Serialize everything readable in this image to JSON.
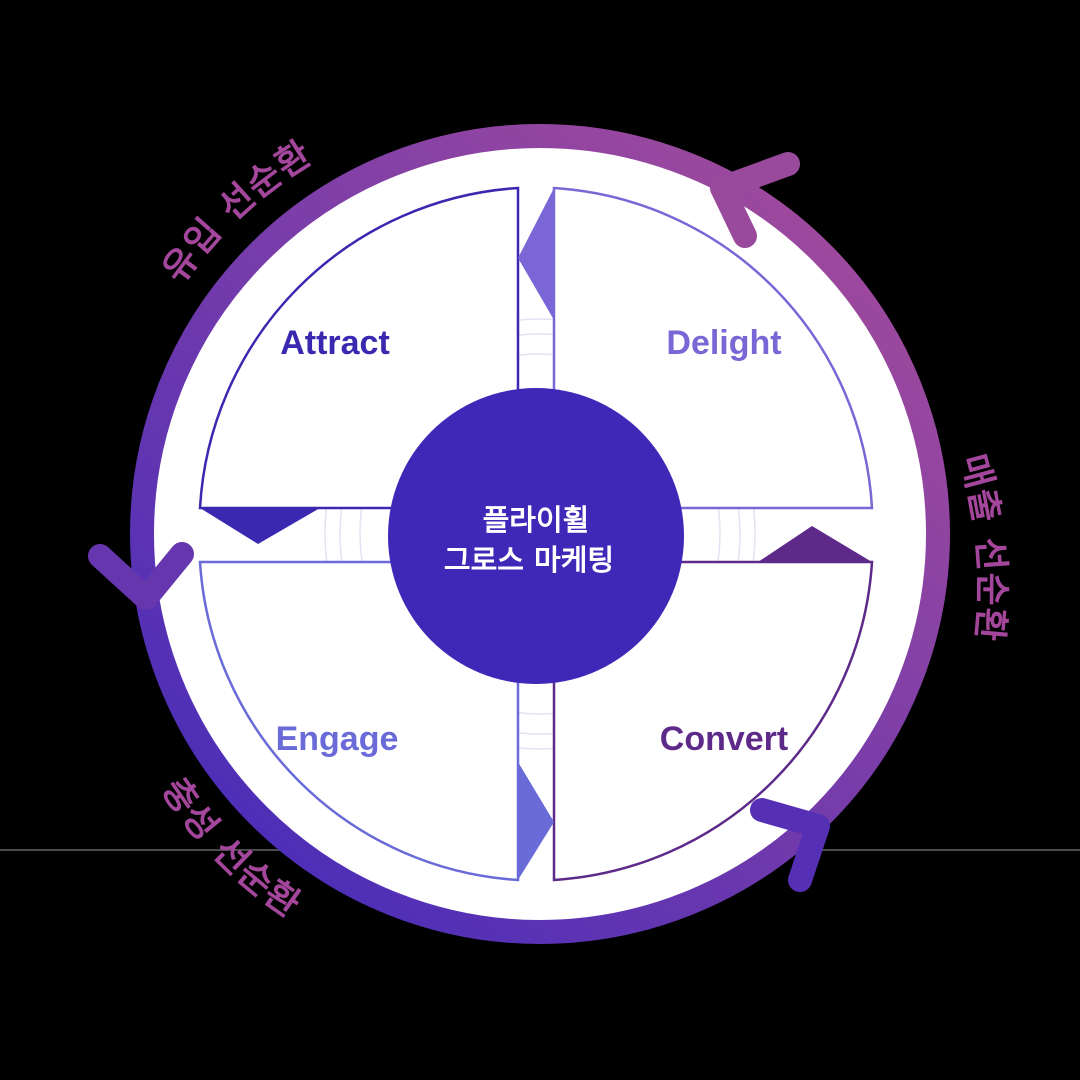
{
  "center": {
    "line1": "플라이휠",
    "line2": "그로스 마케팅"
  },
  "quadrants": {
    "attract": "Attract",
    "delight": "Delight",
    "engage": "Engage",
    "convert": "Convert"
  },
  "cycles": {
    "top_left": "유입 선순환",
    "right": "매출 선순환",
    "bottom_left": "충성 선순환"
  },
  "colors": {
    "background": "#000000",
    "ring_start": "#a04a9c",
    "ring_end": "#4d2eb8",
    "center_fill": "#3f28b8",
    "attract": "#3b28b0",
    "delight": "#7b66d6",
    "engage": "#6a6ad8",
    "convert": "#5d2a8a",
    "cycle_text": "#a4479c"
  }
}
